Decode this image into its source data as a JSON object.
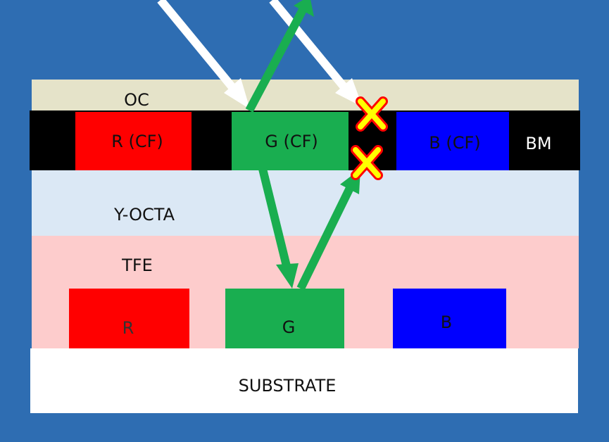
{
  "layers": {
    "oc": "OC",
    "y_octa": "Y-OCTA",
    "tfe": "TFE",
    "substrate": "SUBSTRATE",
    "bm": "BM"
  },
  "color_filters": {
    "red": "R (CF)",
    "green": "G (CF)",
    "blue": "B (CF)"
  },
  "subpixels": {
    "red": "R",
    "green": "G",
    "blue": "B"
  },
  "colors": {
    "background": "#2e6db2",
    "oc": "#e5e3c9",
    "black_matrix": "#000000",
    "red": "#ff0000",
    "green": "#19ae50",
    "blue": "#0000ff",
    "y_octa": "#dbe8f5",
    "tfe": "#fdcccc",
    "substrate": "#ffffff",
    "incident_light": "#ffffff",
    "emitted_light": "#19ae50",
    "blocked_marker": "#ffff00",
    "blocked_marker_outline": "#ff0000"
  }
}
